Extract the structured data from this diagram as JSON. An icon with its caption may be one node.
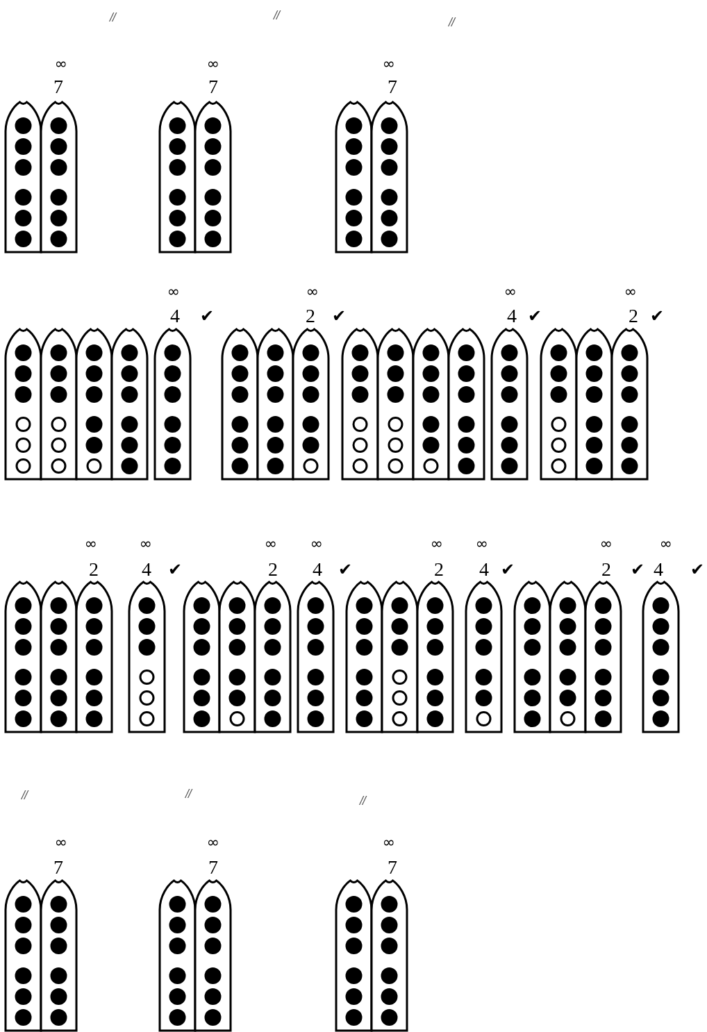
{
  "diagram": {
    "labels": [
      "//",
      "//",
      "//",
      "∞",
      "∞",
      "∞",
      "7",
      "7",
      "7",
      "∞",
      "∞",
      "∞",
      "∞",
      "4",
      "✔",
      "2",
      "✔",
      "4",
      "✔",
      "2",
      "✔",
      "∞",
      "∞",
      "∞",
      "∞",
      "∞",
      "∞",
      "∞",
      "∞",
      "2",
      "4",
      "✔",
      "2",
      "4",
      "✔",
      "2",
      "4",
      "✔",
      "2",
      "✔",
      "4",
      "✔",
      "//",
      "//",
      "//",
      "∞",
      "∞",
      "∞",
      "7",
      "7",
      "7"
    ]
  }
}
